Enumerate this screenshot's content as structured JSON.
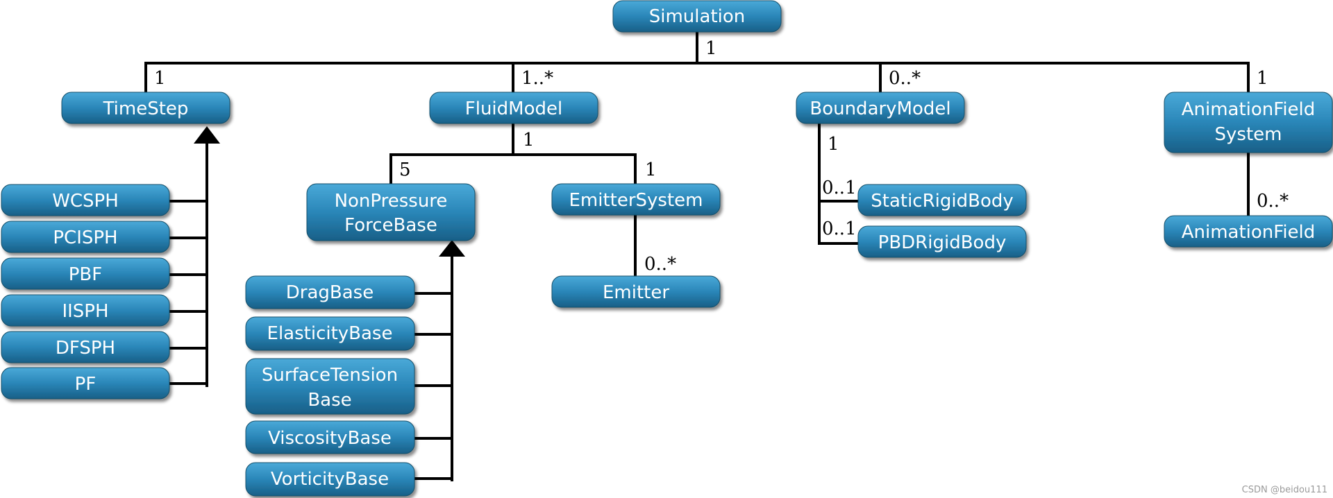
{
  "nodes": {
    "simulation": "Simulation",
    "timestep": "TimeStep",
    "fluidmodel": "FluidModel",
    "boundarymodel": "BoundaryModel",
    "animationfield_system": [
      "AnimationField",
      "System"
    ],
    "wcsph": "WCSPH",
    "pcisph": "PCISPH",
    "pbf": "PBF",
    "iisph": "IISPH",
    "dfsph": "DFSPH",
    "pf": "PF",
    "nonpressure_forcebase": [
      "NonPressure",
      "ForceBase"
    ],
    "emittersystem": "EmitterSystem",
    "emitter": "Emitter",
    "staticrigidbody": "StaticRigidBody",
    "pbdrigidbody": "PBDRigidBody",
    "animationfield": "AnimationField",
    "dragbase": "DragBase",
    "elasticitybase": "ElasticityBase",
    "surfacetension_base": [
      "SurfaceTension",
      "Base"
    ],
    "viscositybase": "ViscosityBase",
    "vorticitybase": "VorticityBase"
  },
  "multiplicities": {
    "simulation_root": "1",
    "timestep": "1",
    "fluidmodel": "1..*",
    "boundarymodel": "0..*",
    "animationfield_system": "1",
    "fluidmodel_root": "1",
    "nonpressure": "5",
    "emittersystem": "1",
    "emitter": "0..*",
    "boundary_root": "1",
    "staticrigidbody": "0..1",
    "pbdrigidbody": "0..1",
    "animationfield": "0..*"
  },
  "watermark": "CSDN @beidou111"
}
